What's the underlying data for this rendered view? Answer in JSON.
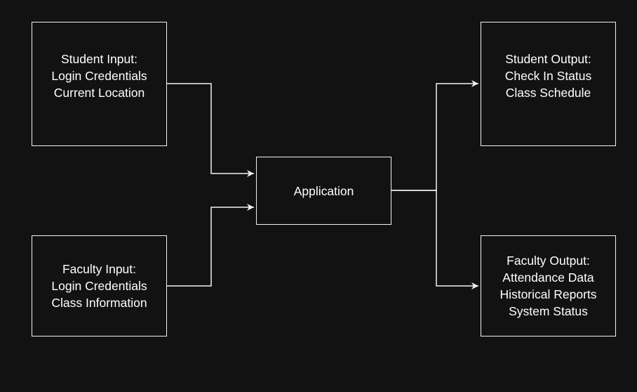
{
  "diagram": {
    "nodes": {
      "student_input": {
        "title": "Student Input:",
        "lines": [
          "Login Credentials",
          "Current Location"
        ]
      },
      "faculty_input": {
        "title": "Faculty Input:",
        "lines": [
          "Login Credentials",
          "Class Information"
        ]
      },
      "application": {
        "title": "Application"
      },
      "student_output": {
        "title": "Student Output:",
        "lines": [
          "Check In Status",
          "Class Schedule"
        ]
      },
      "faculty_output": {
        "title": "Faculty Output:",
        "lines": [
          "Attendance Data",
          "Historical Reports",
          "System Status"
        ]
      }
    },
    "edges": [
      {
        "from": "student_input",
        "to": "application"
      },
      {
        "from": "faculty_input",
        "to": "application"
      },
      {
        "from": "application",
        "to": "student_output"
      },
      {
        "from": "application",
        "to": "faculty_output"
      }
    ],
    "colors": {
      "background": "#121212",
      "stroke": "#f2f2f2",
      "text": "#ffffff"
    }
  }
}
